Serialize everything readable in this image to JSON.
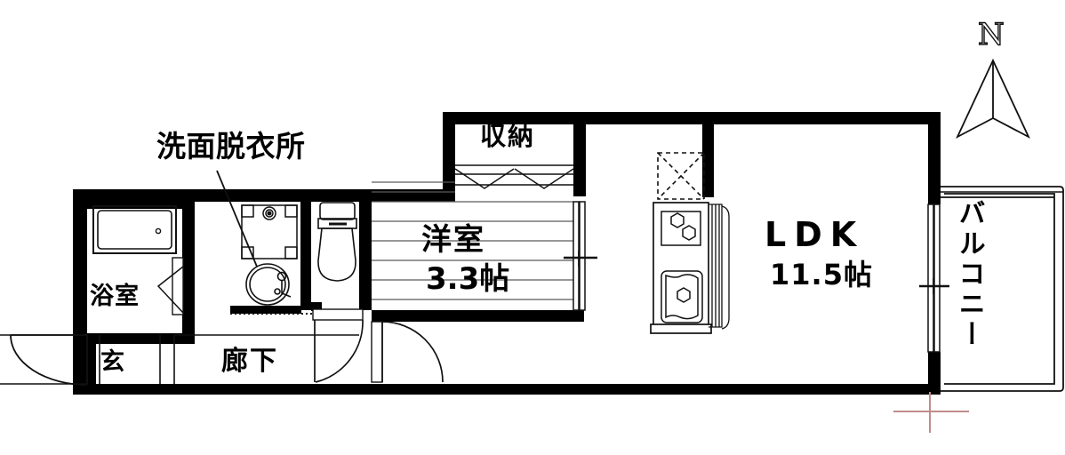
{
  "plan": {
    "title": "Japanese apartment floor plan (madori)",
    "compass": {
      "label": "N",
      "direction": "north-up"
    },
    "colors": {
      "wall": "#000000",
      "line": "#1a1a1a",
      "background": "#ffffff",
      "registration_mark": "#c08b8b"
    },
    "rooms": [
      {
        "id": "ldk",
        "name": "LDK",
        "size": "11.5帖",
        "fixtures": [
          "gas-stove",
          "sink",
          "refrigerator-space"
        ]
      },
      {
        "id": "washitsu",
        "name": "洋室",
        "size": "3.3帖",
        "fixtures": [
          "closet"
        ]
      },
      {
        "id": "closet",
        "name": "収納",
        "size": "",
        "fixtures": [
          "folding-door"
        ]
      },
      {
        "id": "bath",
        "name": "浴室",
        "size": "",
        "fixtures": [
          "bathtub"
        ]
      },
      {
        "id": "washroom",
        "name": "洗面脱衣所",
        "size": "",
        "fixtures": [
          "washing-machine-space",
          "wash-basin",
          "toilet"
        ]
      },
      {
        "id": "corridor",
        "name": "廊下",
        "size": "",
        "fixtures": []
      },
      {
        "id": "entrance",
        "name": "玄",
        "size": "",
        "fixtures": [
          "entry-door"
        ]
      },
      {
        "id": "balcony",
        "name": "バルコニー",
        "size": "",
        "fixtures": [
          "sliding-glass-door"
        ]
      }
    ],
    "labels": {
      "washroom": "洗面脱衣所",
      "closet": "収納",
      "bath": "浴室",
      "entrance": "玄",
      "corridor": "廊下",
      "balcony": "バルコニー",
      "room": "洋室",
      "room_size": "3.3帖",
      "ldk": "LDK",
      "ldk_size": "11.5帖",
      "north": "N"
    }
  }
}
